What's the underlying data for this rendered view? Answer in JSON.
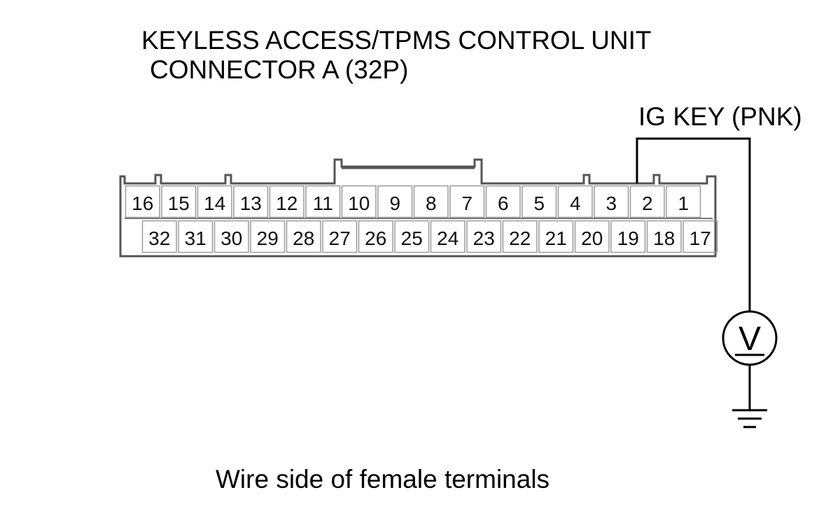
{
  "title": {
    "line1": "KEYLESS ACCESS/TPMS CONTROL UNIT",
    "line2": "CONNECTOR A (32P)"
  },
  "wire_label": "IG KEY (PNK)",
  "caption": "Wire side of female terminals",
  "connector": {
    "top_row": [
      "16",
      "15",
      "14",
      "13",
      "12",
      "11",
      "10",
      "9",
      "8",
      "7",
      "6",
      "5",
      "4",
      "3",
      "2",
      "1"
    ],
    "bottom_row": [
      "32",
      "31",
      "30",
      "29",
      "28",
      "27",
      "26",
      "25",
      "24",
      "23",
      "22",
      "21",
      "20",
      "19",
      "18",
      "17"
    ],
    "probe_terminal": "2"
  },
  "meter": {
    "symbol": "V"
  },
  "colors": {
    "line": "#000000",
    "connector_stroke": "#555555",
    "background": "#ffffff"
  }
}
